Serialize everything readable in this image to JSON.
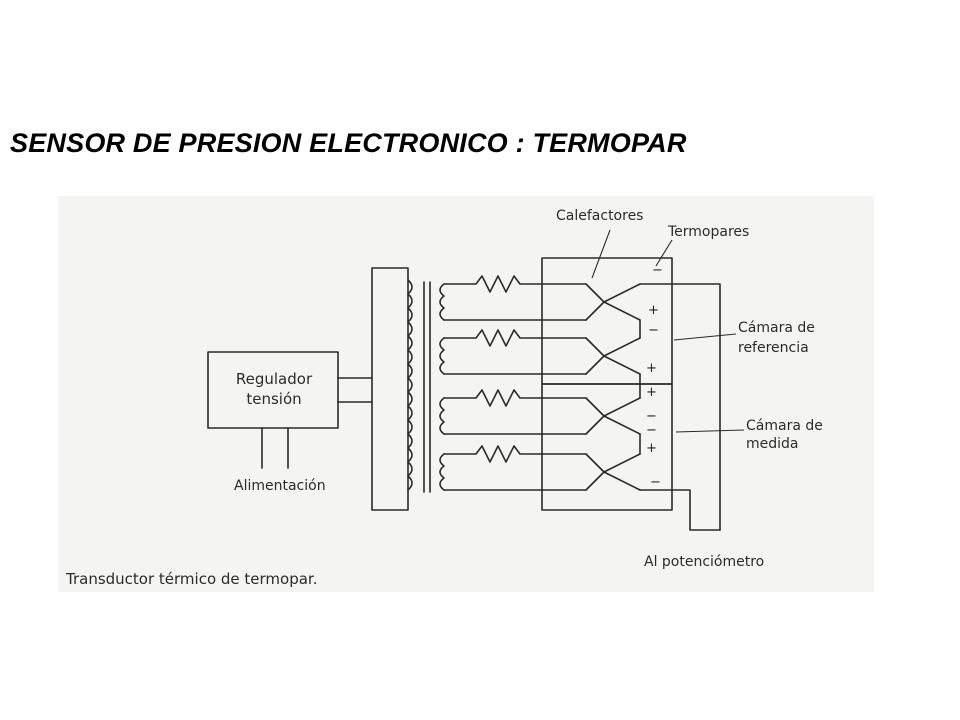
{
  "slide_title": "SENSOR DE PRESION ELECTRONICO : TERMOPAR",
  "diagram": {
    "regulator_line1": "Regulador",
    "regulator_line2": "tensión",
    "power_label": "Alimentación",
    "heaters_label": "Calefactores",
    "thermocouples_label": "Termopares",
    "reference_chamber_line1": "Cámara de",
    "reference_chamber_line2": "referencia",
    "measure_chamber_line1": "Cámara de",
    "measure_chamber_line2": "medida",
    "potentiometer_label": "Al potenciómetro",
    "caption": "Transductor térmico de termopar.",
    "polarity_signs": [
      "−",
      "+",
      "−",
      "+",
      "+",
      "−",
      "−",
      "+",
      "−"
    ]
  }
}
